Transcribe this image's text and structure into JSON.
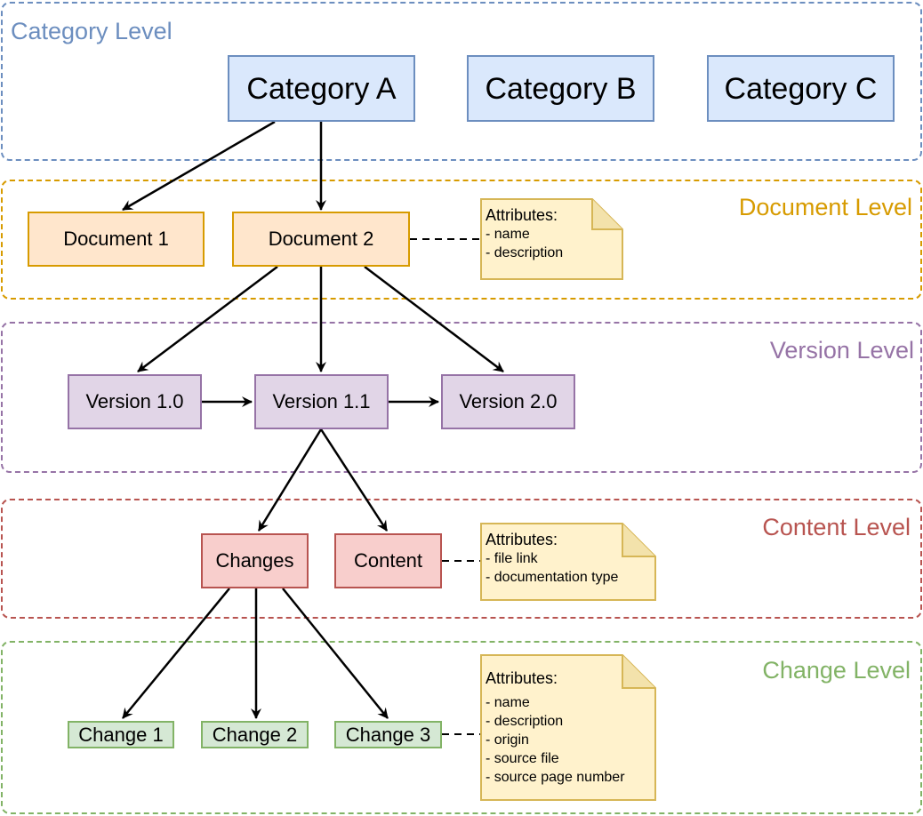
{
  "levels": {
    "category": "Category Level",
    "document": "Document Level",
    "version": "Version Level",
    "content": "Content Level",
    "change": "Change Level"
  },
  "nodes": {
    "category_a": "Category A",
    "category_b": "Category B",
    "category_c": "Category C",
    "document_1": "Document 1",
    "document_2": "Document 2",
    "version_1_0": "Version 1.0",
    "version_1_1": "Version 1.1",
    "version_2_0": "Version 2.0",
    "changes": "Changes",
    "content": "Content",
    "change_1": "Change 1",
    "change_2": "Change 2",
    "change_3": "Change 3"
  },
  "notes": {
    "document": {
      "title": "Attributes:",
      "attributes": [
        "- name",
        "- description"
      ]
    },
    "content": {
      "title": "Attributes:",
      "attributes": [
        "- file link",
        "- documentation type"
      ]
    },
    "change": {
      "title": "Attributes:",
      "attributes": [
        "- name",
        "- description",
        "- origin",
        "- source file",
        "- source page number"
      ]
    }
  },
  "colors": {
    "category": "#6c8ebf",
    "document": "#d79b00",
    "version": "#9673a6",
    "content": "#b85450",
    "change": "#82b366",
    "note_fill": "#fff2cc",
    "note_border": "#d6b656"
  }
}
